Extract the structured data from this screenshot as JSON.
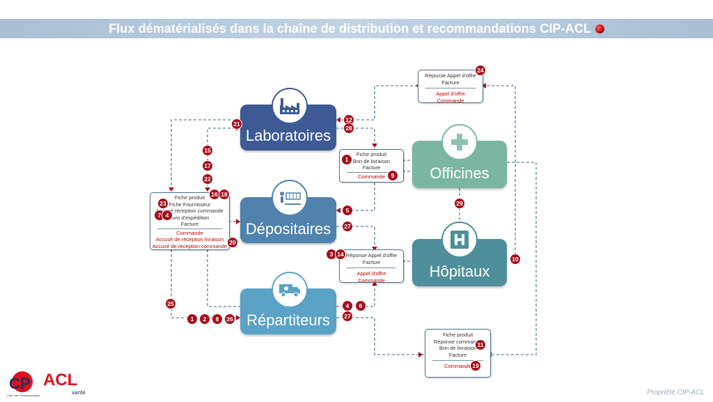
{
  "title": "Flux dématérialisés dans la chaîne de distribution et recommandations CIP-ACL",
  "footer": "Propriété CIP-ACL",
  "logo": {
    "text": "ACL",
    "sub": "santé",
    "tiny": "Club Inter Pharmaceutique"
  },
  "colors": {
    "lab": "#3d5a95",
    "dep": "#4f82ad",
    "rep": "#5aa2c6",
    "off": "#7bb6a2",
    "hop": "#4f8e9b",
    "badge": "#a50f1a"
  },
  "nodes": {
    "lab": "Laboratoires",
    "dep": "Dépositaires",
    "rep": "Répartiteurs",
    "off": "Officines",
    "hop": "Hôpitaux"
  },
  "docs": {
    "top": {
      "lines": [
        "Réponse Appel d'offre",
        "Facture"
      ],
      "red": [
        "Appel d'offre",
        "Commande"
      ]
    },
    "officine": {
      "lines": [
        "Fiche produit",
        "Bon de livraison",
        "Facture"
      ],
      "red": [
        "Commande"
      ]
    },
    "left": {
      "lines": [
        "Fiche produit",
        "Fiche Fournisseur",
        "Accusé réception commande",
        "Avis d'expédition",
        "Facture"
      ],
      "red": [
        "Commande",
        "Accusé de réception livraison",
        "Accusé de réception commande"
      ]
    },
    "hopital": {
      "lines": [
        "Réponse Appel d'offre",
        "Facture"
      ],
      "red": [
        "Appel d'offre",
        "Commande"
      ]
    },
    "bottom": {
      "lines": [
        "Fiche produit",
        "Réponse commande",
        "Bon de livraison",
        "Facture"
      ],
      "red": [
        "Commande"
      ]
    }
  },
  "badges": {
    "b24": "24",
    "b12": "12",
    "b28": "28",
    "b21": "21",
    "b15": "15",
    "b17": "17",
    "b22": "22",
    "b1a": "1",
    "b9": "9",
    "b16": "16",
    "b18": "18",
    "b23": "23",
    "b7": "7",
    "b4a": "4",
    "b20": "20",
    "b5": "5",
    "b27a": "27",
    "b29": "29",
    "b3": "3",
    "b14": "14",
    "b10": "10",
    "b25": "25",
    "b4b": "4",
    "b6": "6",
    "b27b": "27",
    "b1b": "1",
    "b2": "2",
    "b8": "8",
    "b26": "26",
    "b11": "11",
    "b19": "19"
  }
}
